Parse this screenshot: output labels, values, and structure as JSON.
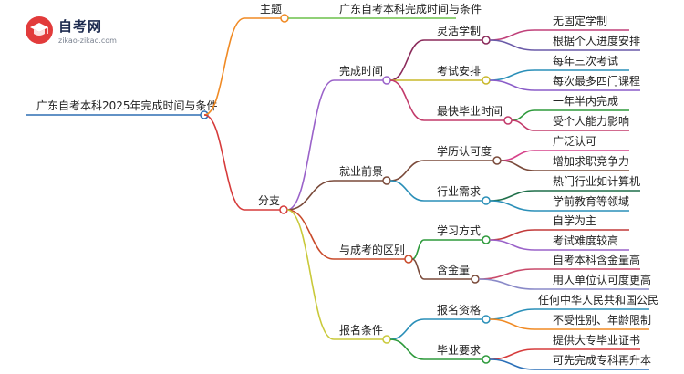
{
  "logo": {
    "title": "自考网",
    "url": "zikao-zikao.com"
  },
  "root": {
    "label": "广东自考本科2025年完成时间与条件",
    "color": "#2f6fb3"
  },
  "topic": {
    "label": "主题",
    "color": "#f08a24",
    "value": "广东自考本科完成时间与条件"
  },
  "branch": {
    "label": "分支",
    "color": "#d63b3b"
  },
  "categories": [
    {
      "label": "完成时间",
      "color": "#9a62c9",
      "items": [
        {
          "label": "灵活学制",
          "color": "#8a2a5a",
          "leaves": [
            "无固定学制",
            "根据个人进度安排"
          ],
          "leafColors": [
            "#c0417a",
            "#6a5aa8"
          ]
        },
        {
          "label": "考试安排",
          "color": "#c9b82a",
          "leaves": [
            "每年三次考试",
            "每次最多四门课程"
          ],
          "leafColors": [
            "#2a8fb8",
            "#8a5cc8"
          ]
        },
        {
          "label": "最快毕业时间",
          "color": "#c23a6a",
          "leaves": [
            "一年半内完成",
            "受个人能力影响"
          ],
          "leafColors": [
            "#2e9a3c",
            "#c23a6a"
          ]
        }
      ]
    },
    {
      "label": "就业前景",
      "color": "#7a4a3a",
      "items": [
        {
          "label": "学历认可度",
          "color": "#7a4a3a",
          "leaves": [
            "广泛认可",
            "增加求职竞争力"
          ],
          "leafColors": [
            "#d6428a",
            "#7a4a3a"
          ]
        },
        {
          "label": "行业需求",
          "color": "#2a8fb8",
          "leaves": [
            "热门行业如计算机",
            "学前教育等领域"
          ],
          "leafColors": [
            "#1f6f4a",
            "#2a8fb8"
          ]
        }
      ]
    },
    {
      "label": "与成考的区别",
      "color": "#c94a2a",
      "items": [
        {
          "label": "学习方式",
          "color": "#2e9a3c",
          "leaves": [
            "自学为主",
            "考试难度较高"
          ],
          "leafColors": [
            "#c23a3a",
            "#9a62c9"
          ]
        },
        {
          "label": "含金量",
          "color": "#7a4a3a",
          "leaves": [
            "自考本科含金量高",
            "用人单位认可度更高"
          ],
          "leafColors": [
            "#c94a6a",
            "#8a8ac8"
          ]
        }
      ]
    },
    {
      "label": "报名条件",
      "color": "#c9c93a",
      "items": [
        {
          "label": "报名资格",
          "color": "#2a8fb8",
          "leaves": [
            "任何中华人民共和国公民",
            "不受性别、年龄限制"
          ],
          "leafColors": [
            "#2a8fb8",
            "#f08a24"
          ]
        },
        {
          "label": "毕业要求",
          "color": "#2e9a3c",
          "leaves": [
            "提供大专毕业证书",
            "可先完成专科再升本"
          ],
          "leafColors": [
            "#d63b3b",
            "#2a6fb8"
          ]
        }
      ]
    }
  ]
}
